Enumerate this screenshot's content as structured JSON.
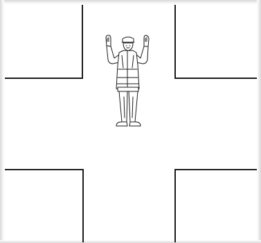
{
  "diagram": {
    "subject": "traffic-officer-stop-signal-at-intersection",
    "colors": {
      "background": "#ffffff",
      "line": "#1a1a1a",
      "frame_shadow": "#d9d9d9"
    },
    "elements": [
      {
        "name": "block-top-left",
        "kind": "city-block"
      },
      {
        "name": "block-top-right",
        "kind": "city-block"
      },
      {
        "name": "block-bottom-left",
        "kind": "city-block"
      },
      {
        "name": "block-bottom-right",
        "kind": "city-block"
      },
      {
        "name": "traffic-officer-figure",
        "kind": "person",
        "pose": "both-arms-raised"
      }
    ]
  }
}
